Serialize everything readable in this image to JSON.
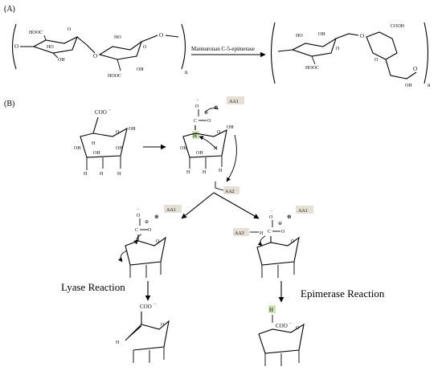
{
  "panel_a": {
    "label": "(A)",
    "enzyme": "Mannuronan C-5-epimerase",
    "repeat": "n",
    "groups": {
      "cooh": "COOH",
      "hooc": "HOOC",
      "ho": "HO",
      "oh": "OH",
      "o": "O"
    }
  },
  "panel_b": {
    "label": "(B)",
    "aa1": "AA1",
    "aa2": "AA2",
    "aa3": "AA3",
    "lyase_label": "Lyase Reaction",
    "epimerase_label": "Epimerase Reaction",
    "atoms": {
      "coo": "COO",
      "minus": "−",
      "plus": "⊕",
      "minus_circ": "⊖",
      "o": "O",
      "c": "C",
      "h": "H",
      "oh": "OH",
      "c_eq_o": "C=O"
    }
  },
  "colors": {
    "highlight_h": "#cfe7b8",
    "aa_box": "#e6dfd6"
  }
}
